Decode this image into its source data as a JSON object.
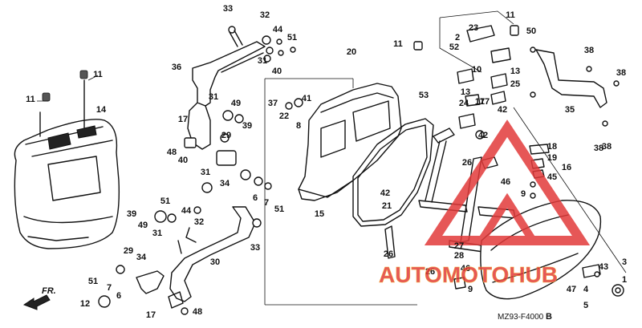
{
  "diagram": {
    "drawing_code": "MZ93-F4000",
    "drawing_suffix": "B",
    "direction_label": "FR.",
    "watermark": {
      "text": "AUTOMOTOHUB",
      "color": "#e23a3a",
      "accent": "#f2a83a"
    },
    "callouts": [
      "11",
      "11",
      "14",
      "33",
      "32",
      "44",
      "51",
      "31",
      "40",
      "36",
      "20",
      "11",
      "23",
      "2",
      "52",
      "11",
      "10",
      "13",
      "25",
      "50",
      "38",
      "38",
      "38",
      "35",
      "53",
      "13",
      "24",
      "17",
      "42",
      "42",
      "37",
      "22",
      "8",
      "41",
      "31",
      "49",
      "39",
      "17",
      "29",
      "48",
      "40",
      "26",
      "31",
      "34",
      "6",
      "7",
      "51",
      "15",
      "42",
      "21",
      "51",
      "44",
      "39",
      "49",
      "31",
      "32",
      "33",
      "30",
      "29",
      "34",
      "51",
      "7",
      "6",
      "12",
      "17",
      "48",
      "26",
      "18",
      "19",
      "16",
      "45",
      "46",
      "9",
      "27",
      "28",
      "26",
      "43",
      "3",
      "1",
      "4",
      "5",
      "47",
      "46",
      "9",
      "38",
      "17"
    ]
  }
}
